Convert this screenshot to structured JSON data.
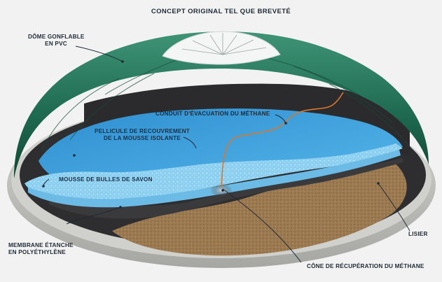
{
  "title": "CONCEPT ORIGINAL TEL QUE BREVETÉ",
  "labels": {
    "dome": [
      "DÔME GONFLABLE",
      "EN PVC"
    ],
    "methane_pipe": "CONDUIT D'ÉVACUATION DU MÉTHANE",
    "cover_film": [
      "PELLICULE DE RECOUVREMENT",
      "DE LA MOUSSE ISOLANTE"
    ],
    "soap_foam": "MOUSSE DE BULLES DE SAVON",
    "membrane": [
      "MEMBRANE ÉTANCHE",
      "EN POLYÉTHYLÈNE"
    ],
    "manure": "LISIER",
    "methane_cone": "CÔNE DE RÉCUPÉRATION DU MÉTHANE"
  },
  "colors": {
    "dome_green": "#1f6b52",
    "water_blue": "#3fa3df",
    "foam_blue": "#7cc6ec",
    "membrane_dark": "#2e2e30",
    "manure_brown": "#9b7a52",
    "tank_wall": "#bfc0bc",
    "pipe_orange": "#d9772e"
  }
}
